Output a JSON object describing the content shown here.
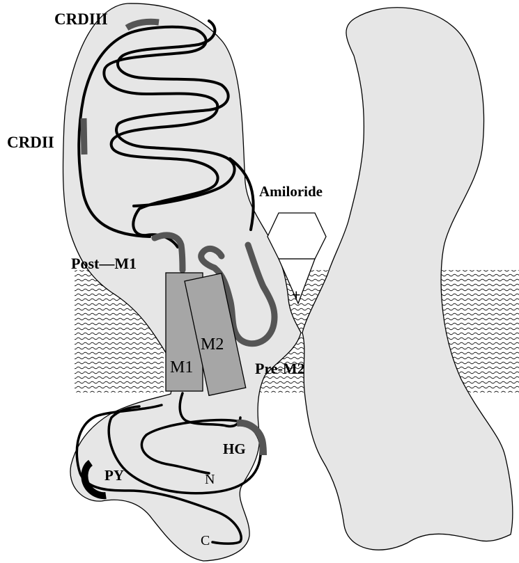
{
  "labels": {
    "crd_iii": "CRDIII",
    "crd_ii": "CRDII",
    "amiloride": "Amiloride",
    "post_m1": "Post—M1",
    "pre_m2": "Pre-M2",
    "m1": "M1",
    "m2": "M2",
    "hg": "HG",
    "py": "PY",
    "n_terminus": "N",
    "c_terminus": "C",
    "plus": "+"
  },
  "colors": {
    "domain_fill": "#e6e6e6",
    "helix_fill": "#a6a6a6",
    "highlight_segment": "#555555",
    "chain": "#000000"
  }
}
